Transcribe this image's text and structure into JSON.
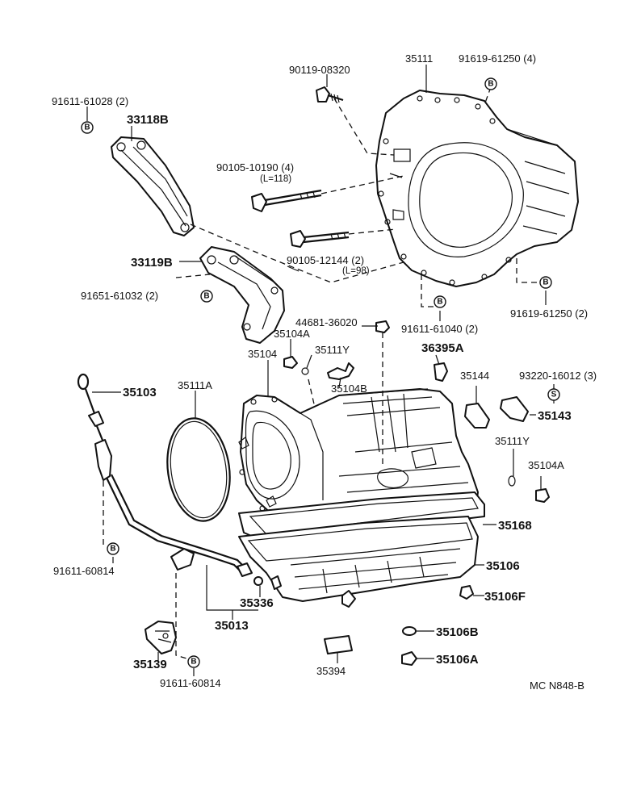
{
  "parts": {
    "p35111": "35111",
    "p91619_61250_top": "91619-61250 (4)",
    "p90119_08320": "90119-08320",
    "p91611_61028": "91611-61028 (2)",
    "p33118b": "33118B",
    "p90105_10190": "90105-10190 (4)",
    "p90105_10190_len": "(L=118)",
    "p90105_12144": "90105-12144 (2)",
    "p90105_12144_len": "(L=98)",
    "p33119b": "33119B",
    "p91651_61032": "91651-61032 (2)",
    "p91619_61250_bot": "91619-61250 (2)",
    "p44681_36020": "44681-36020",
    "p91611_61040": "91611-61040 (2)",
    "p35104a_top": "35104A",
    "p35104": "35104",
    "p35111y_top": "35111Y",
    "p36395a": "36395A",
    "p35103": "35103",
    "p35111a": "35111A",
    "p35104b": "35104B",
    "p35144": "35144",
    "p93220_16012": "93220-16012 (3)",
    "p35143": "35143",
    "p35111y_right": "35111Y",
    "p35104a_right": "35104A",
    "p35168": "35168",
    "p35106": "35106",
    "p91611_60814_left": "91611-60814",
    "p35336": "35336",
    "p35106f": "35106F",
    "p35013": "35013",
    "p35106b": "35106B",
    "p35139": "35139",
    "p35394": "35394",
    "p35106a": "35106A",
    "p91611_60814_bottom": "91611-60814"
  },
  "badges": {
    "b": "B",
    "s": "S"
  },
  "footer_code": "MC  N848-B"
}
